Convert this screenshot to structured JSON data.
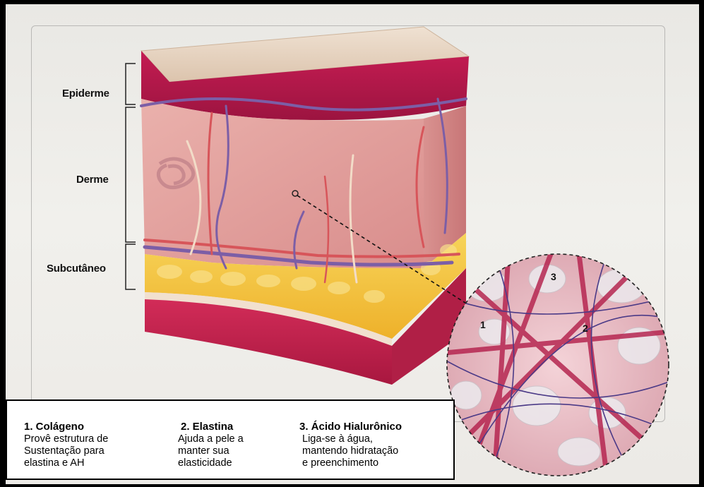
{
  "layers": {
    "epiderme": "Epiderme",
    "derme": "Derme",
    "subcutaneo": "Subcutâneo"
  },
  "zoom_markers": [
    "1",
    "2",
    "3"
  ],
  "legend": [
    {
      "title": "1. Colágeno",
      "lines": [
        "Provê estrutura de",
        "Sustentação para",
        "elastina e AH"
      ]
    },
    {
      "title": "2. Elastina",
      "lines": [
        "Ajuda a pele a",
        "manter sua",
        "elasticidade"
      ]
    },
    {
      "title": "3. Ácido Hialurônico",
      "lines": [
        "Liga-se à água,",
        "mantendo hidratação",
        "e preenchimento"
      ]
    }
  ],
  "colors": {
    "epidermis": "#b8184a",
    "dermis": "#e9a3a0",
    "subcutaneous": "#f3c23a",
    "muscle": "#c4204c",
    "collagen": "#b52650",
    "elastin": "#5a3d8a",
    "skin_surface": "#e8d6c4"
  }
}
